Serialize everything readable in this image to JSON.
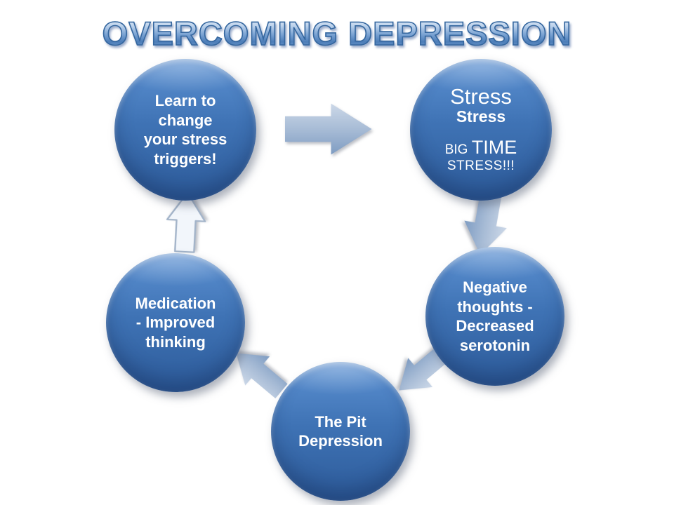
{
  "title": "OVERCOMING DEPRESSION",
  "colors": {
    "background": "#ffffff",
    "node_fill_top": "#5d92d3",
    "node_fill_bottom": "#2d5b9a",
    "node_text": "#ffffff",
    "arrow_fill_light": "#ccd8e8",
    "arrow_fill_dark": "#7e9cc2",
    "arrow_outline_fill": "#f2f6fb",
    "arrow_outline_stroke": "#a3b4c9",
    "title_accent": "#4c7db8"
  },
  "nodes": {
    "learn": {
      "lines": [
        "Learn to",
        "change",
        "your stress",
        "triggers!"
      ]
    },
    "stress": {
      "line1": "Stress",
      "line2": "Stress",
      "line3_small": "BIG",
      "line3_large": "TIME",
      "line4": "STRESS!!!"
    },
    "negative": {
      "lines": [
        "Negative",
        "thoughts  -",
        "Decreased",
        "serotonin"
      ]
    },
    "pit": {
      "lines": [
        "The Pit",
        "Depression"
      ]
    },
    "medication": {
      "lines": [
        "Medication",
        "- Improved",
        "thinking"
      ]
    }
  },
  "arrows": [
    {
      "name": "arrow-right-icon",
      "direction": "right"
    },
    {
      "name": "arrow-down-icon",
      "direction": "down"
    },
    {
      "name": "arrow-down-left-icon",
      "direction": "down-left"
    },
    {
      "name": "arrow-up-left-icon",
      "direction": "up-left"
    },
    {
      "name": "arrow-up-icon",
      "direction": "up"
    }
  ]
}
